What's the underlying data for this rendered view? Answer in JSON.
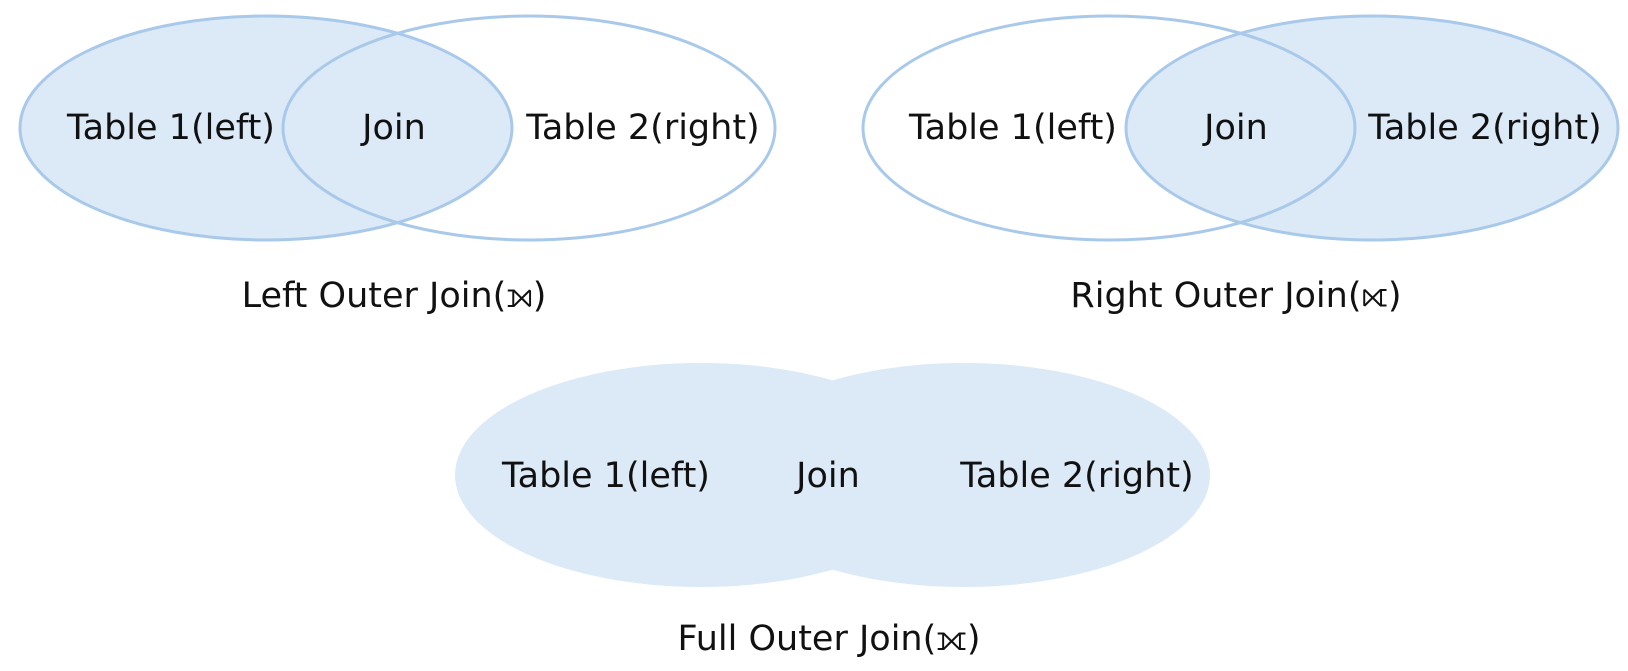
{
  "colors": {
    "fill": "#dce9f7",
    "stroke": "#a9c9ea",
    "text": "#111111",
    "background": "#ffffff"
  },
  "diagrams": [
    {
      "id": "left-outer",
      "table1_label": "Table 1(left)",
      "join_label": "Join",
      "table2_label": "Table 2(right)",
      "caption": "Left Outer Join(⟕)"
    },
    {
      "id": "right-outer",
      "table1_label": "Table 1(left)",
      "join_label": "Join",
      "table2_label": "Table 2(right)",
      "caption": "Right Outer Join(⟖)"
    },
    {
      "id": "full-outer",
      "table1_label": "Table 1(left)",
      "join_label": "Join",
      "table2_label": "Table 2(right)",
      "caption": "Full Outer Join(⟗)"
    }
  ]
}
